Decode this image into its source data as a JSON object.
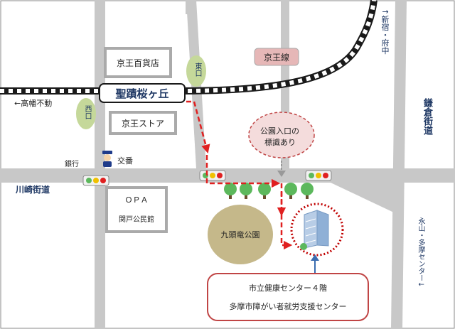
{
  "colors": {
    "road": "#c8c8c8",
    "rail_dark": "#1a1a1a",
    "rail_light": "#ffffff",
    "route": "#e02020",
    "park": "#c5b88a",
    "tree": "#5cb85c",
    "station_oval": "#c5d89a",
    "keio_line_box": "#e6b7b7",
    "label_blue": "#1f3864",
    "callout_border": "#c04545",
    "target_circle": "#c00000"
  },
  "labels": {
    "station": "聖蹟桜ヶ丘",
    "keio_line": "京王線",
    "keio_dept": "京王百貨店",
    "keio_store": "京王ストア",
    "east_exit": "東口",
    "west_exit": "西口",
    "takahata": "←高幡不動",
    "shinjuku": "↑新宿・府中",
    "kamakura_kaido": "鎌倉街道",
    "kawasaki_kaido": "川崎街道",
    "bank": "銀行",
    "koban": "交番",
    "park_entrance_line1": "公園入口の",
    "park_entrance_line2": "標識あり",
    "opa": "ＯＰＡ",
    "sekido_kominkan": "関戸公民館",
    "park": "九頭竜公園",
    "nagayama": "永山・多摩センター↓",
    "callout_line1": "市立健康センター４階",
    "callout_line2": "多摩市障がい者就労支援センター"
  },
  "icons": {
    "koban": "police-officer-icon",
    "building": "office-building-icon",
    "traffic_light": "traffic-light-icon",
    "tree": "tree-icon",
    "road_marker": "down-arrow-marker-icon"
  }
}
